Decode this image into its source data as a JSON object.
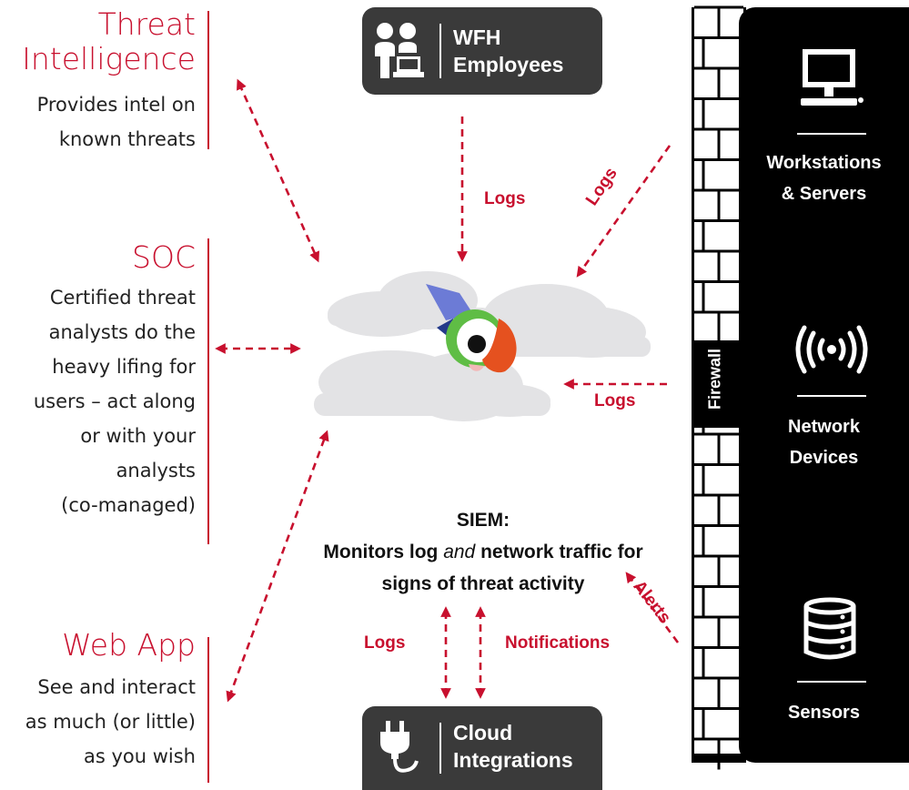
{
  "left_panel": {
    "threat_intel": {
      "title_line1": "Threat",
      "title_line2": "Intelligence",
      "desc_line1": "Provides intel on",
      "desc_line2": "known threats"
    },
    "soc": {
      "title": "SOC",
      "desc_lines": [
        "Certified threat",
        "analysts do the",
        "heavy lifing for",
        "users – act along",
        "or with your",
        "analysts",
        "(co-managed)"
      ]
    },
    "web_app": {
      "title": "Web App",
      "desc_lines": [
        "See and interact",
        "as much (or little)",
        "as you wish"
      ]
    }
  },
  "top_box": {
    "line1": "WFH",
    "line2": "Employees",
    "icon": "people-laptop-icon"
  },
  "bottom_box": {
    "line1": "Cloud",
    "line2": "Integrations",
    "icon": "plug-icon"
  },
  "center_logo": {
    "icon": "parrot-logo-icon"
  },
  "flow_labels": {
    "logs_top": "Logs",
    "logs_diag": "Logs",
    "logs_right": "Logs",
    "alerts": "Alerts",
    "logs_bottom": "Logs",
    "notifications": "Notifications"
  },
  "siem": {
    "line1": "SIEM:",
    "line2_part1": "Monitors log",
    "line2_italic": "and",
    "line2_part2": "network traffic for",
    "line3": "signs of threat activity"
  },
  "right_panel": {
    "firewall": "Firewall",
    "devices": [
      {
        "line1": "Workstations",
        "line2": "& Servers",
        "icon": "desktop-computer-icon"
      },
      {
        "line1": "Network",
        "line2": "Devices",
        "icon": "wireless-signal-icon"
      },
      {
        "line1": "Sensors",
        "icon": "server-database-icon"
      }
    ]
  },
  "colors": {
    "accent": "#c8102e",
    "dark_box": "#3a3a3a",
    "panel": "#000000"
  }
}
